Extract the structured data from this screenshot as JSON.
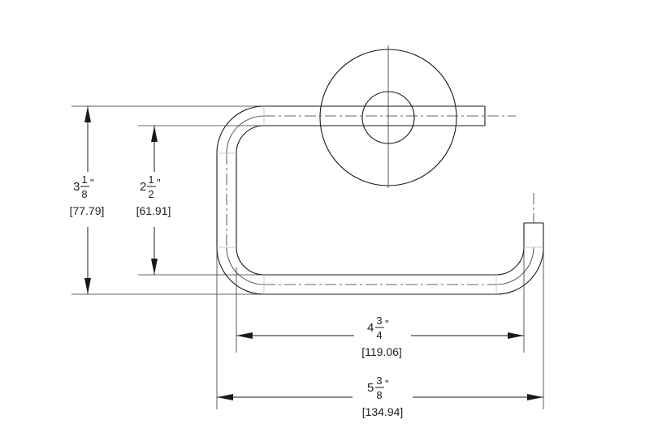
{
  "dimensions": [
    {
      "id": "overall-height",
      "whole": "3",
      "num": "1",
      "den": "8",
      "unit": "\"",
      "mm": "[77.79]"
    },
    {
      "id": "inner-height",
      "whole": "2",
      "num": "1",
      "den": "2",
      "unit": "\"",
      "mm": "[61.91]"
    },
    {
      "id": "inner-width",
      "whole": "4",
      "num": "3",
      "den": "4",
      "unit": "\"",
      "mm": "[119.06]"
    },
    {
      "id": "overall-width",
      "whole": "5",
      "num": "3",
      "den": "8",
      "unit": "\"",
      "mm": "[134.94]"
    }
  ]
}
